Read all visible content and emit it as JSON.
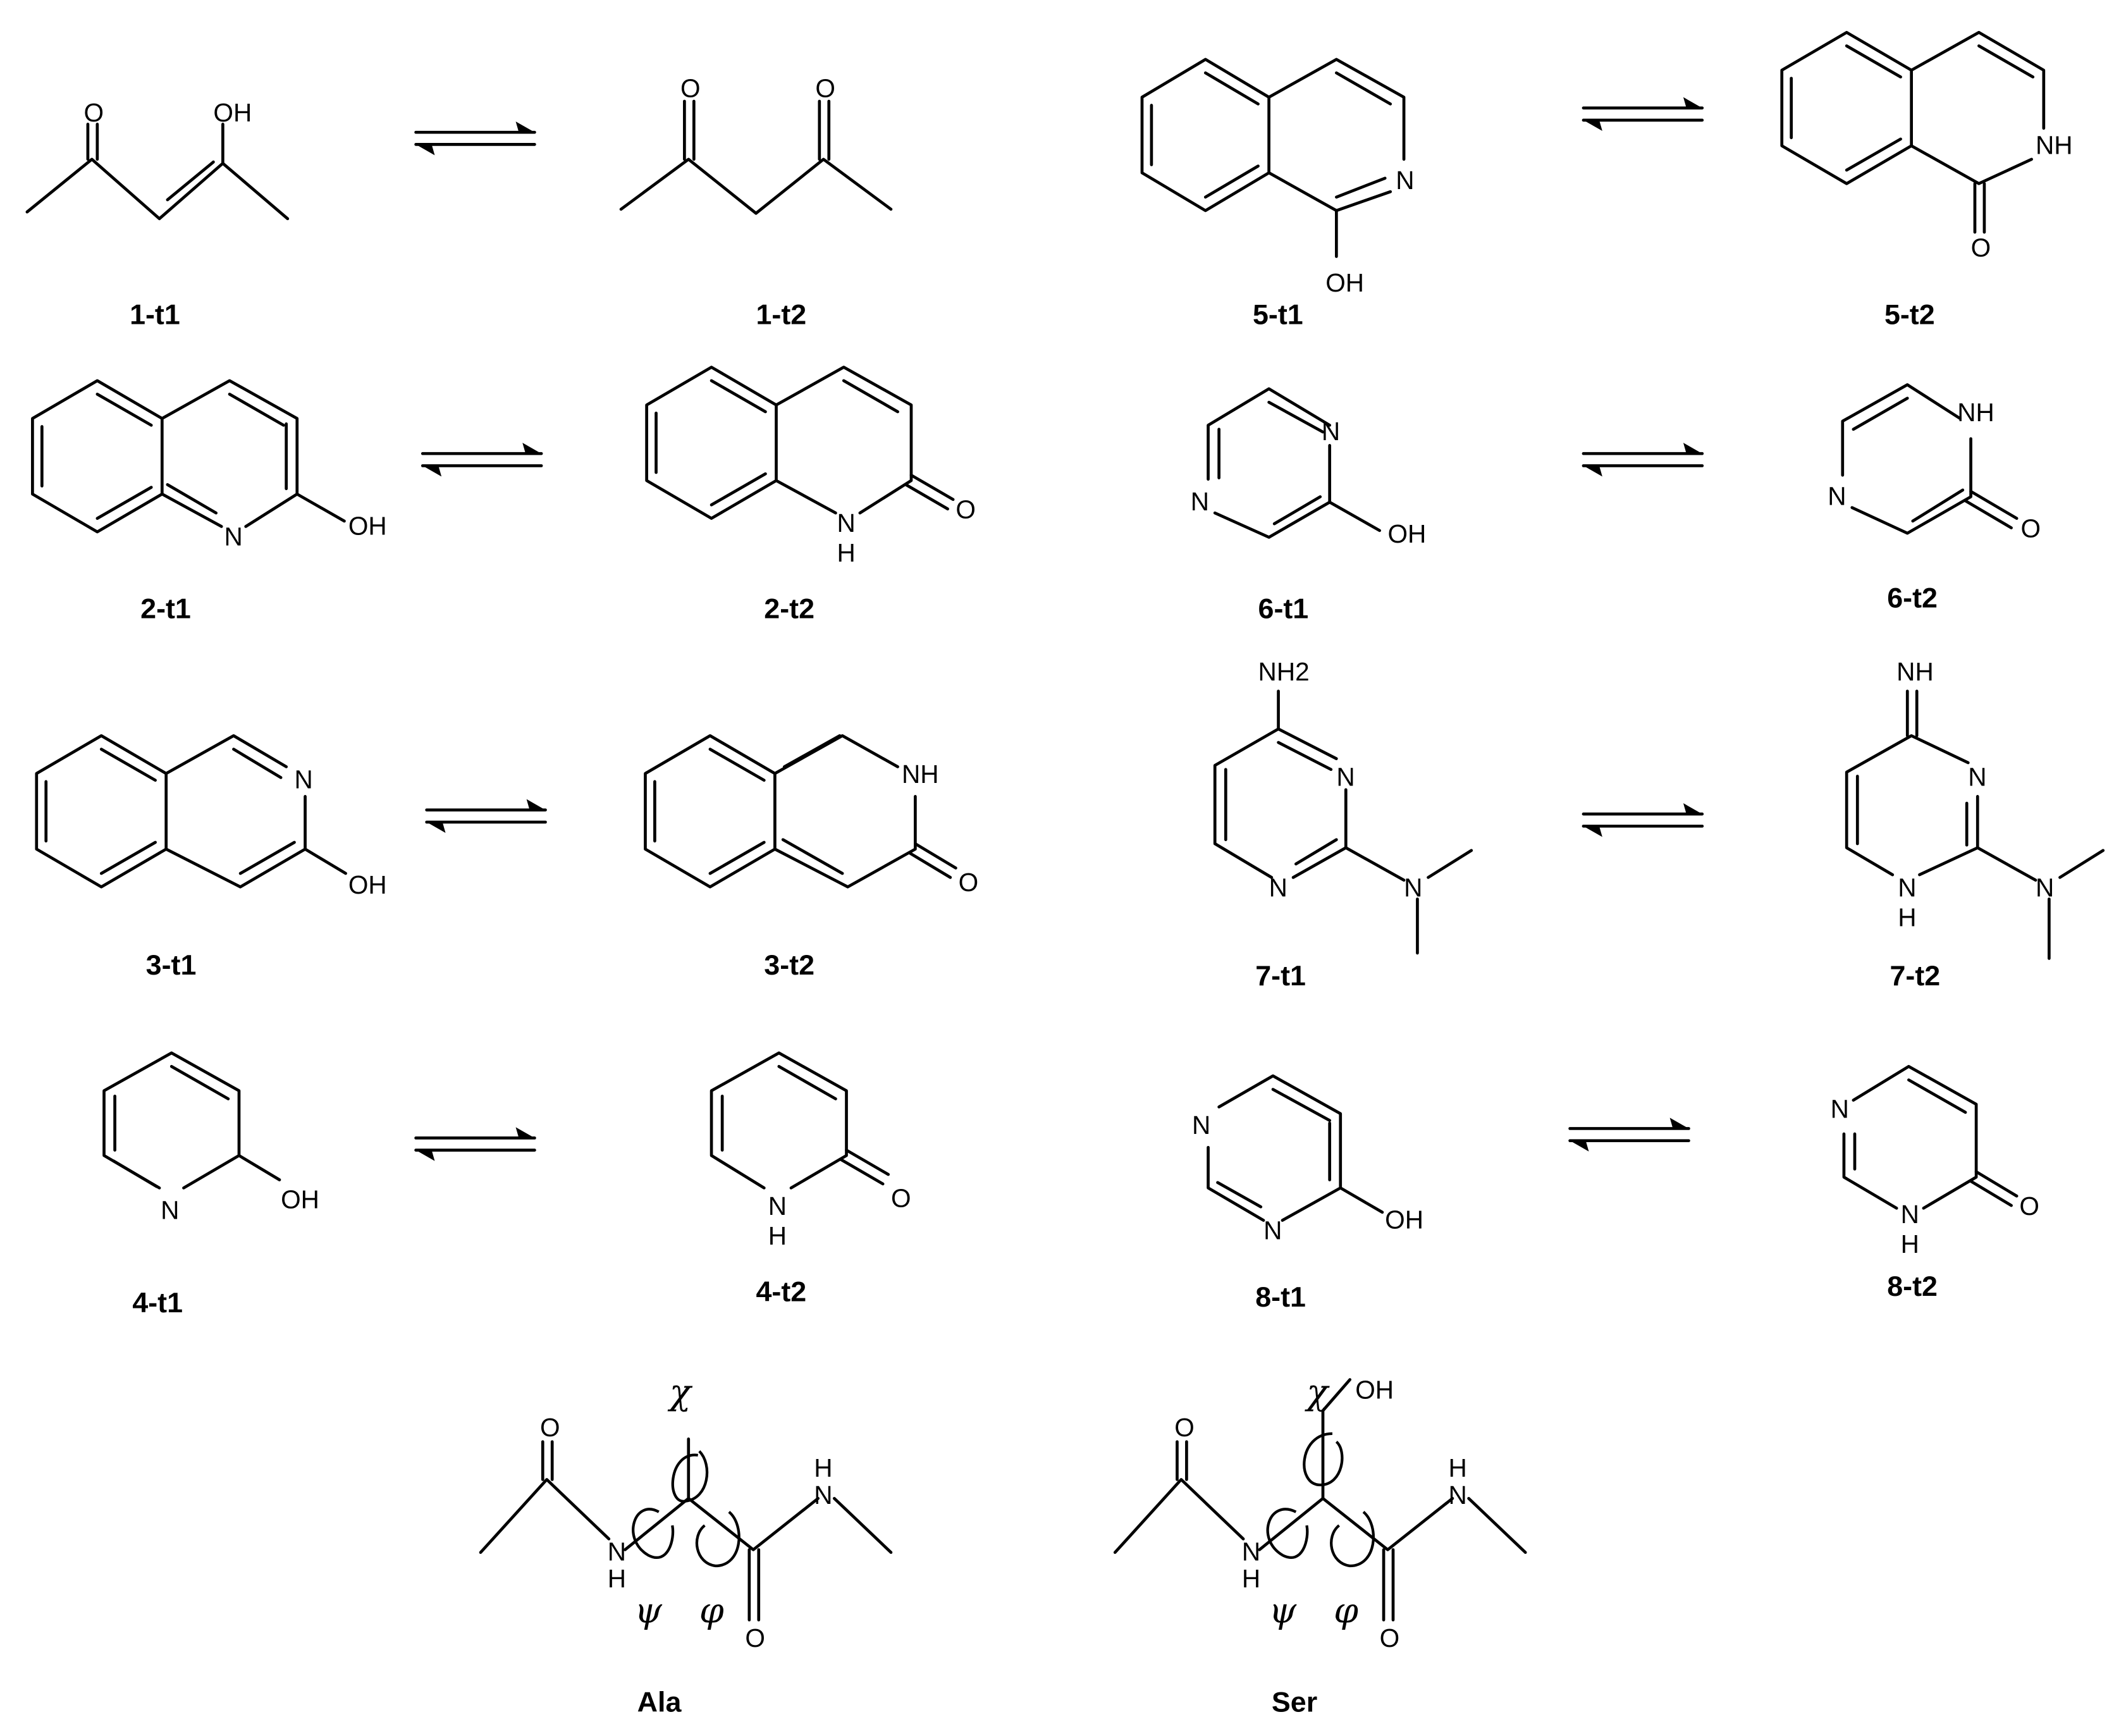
{
  "figure": {
    "background": "#ffffff",
    "line_color": "#000000"
  },
  "tautomer_pairs": [
    {
      "id": "1",
      "left_label": "1-t1",
      "right_label": "1-t2",
      "left_atoms": [
        "O",
        "OH"
      ],
      "right_atoms": [
        "O",
        "O"
      ]
    },
    {
      "id": "2",
      "left_label": "2-t1",
      "right_label": "2-t2",
      "left_atoms": [
        "N",
        "OH"
      ],
      "right_atoms": [
        "N",
        "H",
        "O"
      ]
    },
    {
      "id": "3",
      "left_label": "3-t1",
      "right_label": "3-t2",
      "left_atoms": [
        "N",
        "OH"
      ],
      "right_atoms": [
        "NH",
        "O"
      ]
    },
    {
      "id": "4",
      "left_label": "4-t1",
      "right_label": "4-t2",
      "left_atoms": [
        "N",
        "OH"
      ],
      "right_atoms": [
        "N",
        "H",
        "O"
      ]
    },
    {
      "id": "5",
      "left_label": "5-t1",
      "right_label": "5-t2",
      "left_atoms": [
        "N",
        "OH"
      ],
      "right_atoms": [
        "NH",
        "O"
      ]
    },
    {
      "id": "6",
      "left_label": "6-t1",
      "right_label": "6-t2",
      "left_atoms": [
        "N",
        "N",
        "OH"
      ],
      "right_atoms": [
        "NH",
        "N",
        "O"
      ]
    },
    {
      "id": "7",
      "left_label": "7-t1",
      "right_label": "7-t2",
      "left_atoms": [
        "NH2",
        "N",
        "N",
        "N"
      ],
      "right_atoms": [
        "NH",
        "N",
        "N",
        "H",
        "N"
      ]
    },
    {
      "id": "8",
      "left_label": "8-t1",
      "right_label": "8-t2",
      "left_atoms": [
        "N",
        "N",
        "OH"
      ],
      "right_atoms": [
        "N",
        "N",
        "H",
        "O"
      ]
    }
  ],
  "dipeptides": [
    {
      "label": "Ala",
      "atoms": [
        "O",
        "N",
        "H",
        "N",
        "H",
        "O"
      ],
      "angles": [
        "χ",
        "ψ",
        "φ"
      ]
    },
    {
      "label": "Ser",
      "atoms": [
        "O",
        "N",
        "H",
        "N",
        "H",
        "O",
        "OH"
      ],
      "angles": [
        "χ",
        "ψ",
        "φ"
      ]
    }
  ],
  "equilibrium_symbol": "equilibrium-arrows"
}
